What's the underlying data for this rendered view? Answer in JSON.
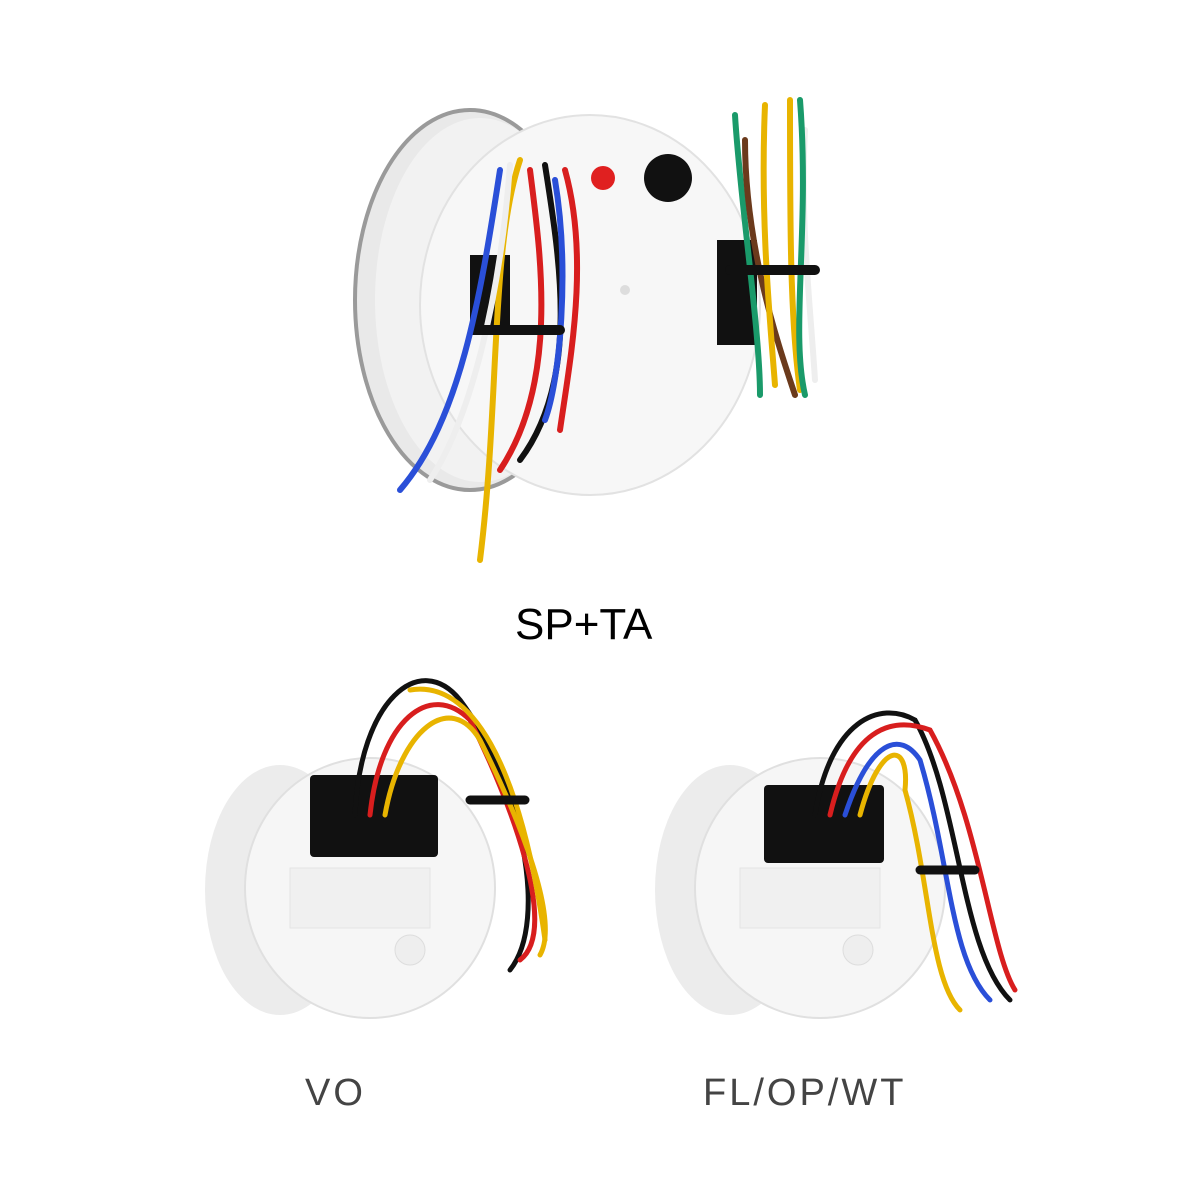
{
  "labels": {
    "top_gauge": "SP+TA",
    "bottom_left_gauge": "VO",
    "bottom_right_gauge": "FL/OP/WT"
  },
  "colors": {
    "wire_red": "#d81e1e",
    "wire_yellow": "#e8b400",
    "wire_blue": "#2a4fd8",
    "wire_black": "#111111",
    "wire_green": "#1a9a6a",
    "wire_brown": "#6b3a1c",
    "wire_white": "#eeeeee"
  }
}
